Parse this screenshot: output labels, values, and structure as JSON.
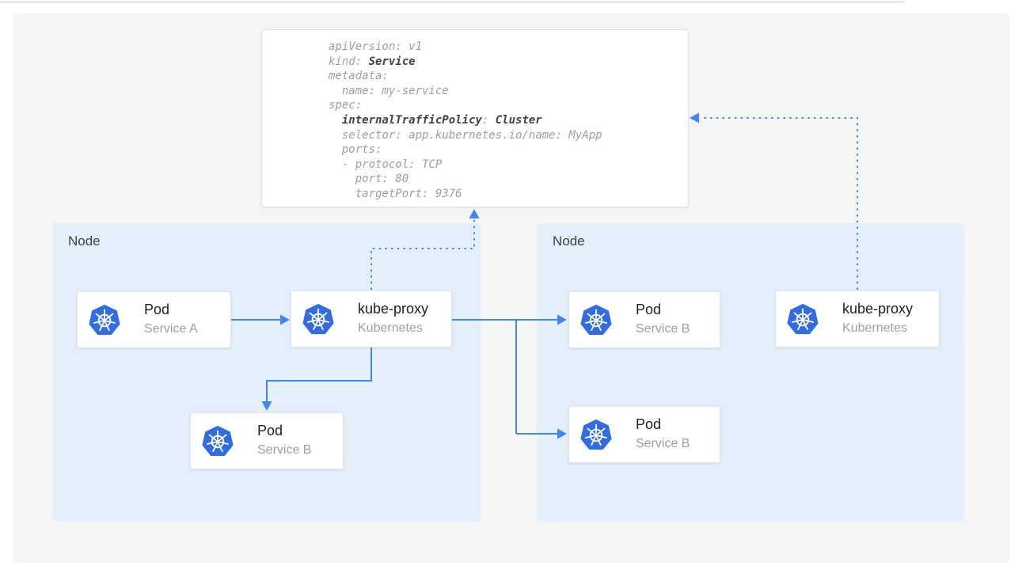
{
  "colors": {
    "accent_blue": "#4285F4",
    "kubernetes_blue": "#326CE5",
    "node_background": "#E3F0FC",
    "canvas_background": "#F5F5F6",
    "code_regular": "#9E9E9E",
    "code_bold": "#424242",
    "card_title": "#212121",
    "card_subtitle": "#9AA0A6",
    "node_label": "#3C4043"
  },
  "yaml_card": {
    "lines": [
      [
        {
          "t": "apiVersion: v1",
          "b": 0
        }
      ],
      [
        {
          "t": "kind: ",
          "b": 0
        },
        {
          "t": "Service",
          "b": 1
        }
      ],
      [
        {
          "t": "metadata:",
          "b": 0
        }
      ],
      [
        {
          "t": "  name: my-service",
          "b": 0
        }
      ],
      [
        {
          "t": "spec:",
          "b": 0
        }
      ],
      [
        {
          "t": "  ",
          "b": 0
        },
        {
          "t": "internalTrafficPolicy",
          "b": 1
        },
        {
          "t": ": ",
          "b": 0
        },
        {
          "t": "Cluster",
          "b": 1
        }
      ],
      [
        {
          "t": "  selector: app.kubernetes.io/name: MyApp",
          "b": 0
        }
      ],
      [
        {
          "t": "  ports:",
          "b": 0
        }
      ],
      [
        {
          "t": "  - protocol: TCP",
          "b": 0
        }
      ],
      [
        {
          "t": "    port: 80",
          "b": 0
        }
      ],
      [
        {
          "t": "    targetPort: 9376",
          "b": 0
        }
      ]
    ]
  },
  "nodes": [
    {
      "label": "Node",
      "cards": [
        {
          "title": "Pod",
          "subtitle": "Service A",
          "icon": "kubernetes-icon"
        },
        {
          "title": "kube-proxy",
          "subtitle": "Kubernetes",
          "icon": "kubernetes-icon"
        },
        {
          "title": "Pod",
          "subtitle": "Service B",
          "icon": "kubernetes-icon"
        }
      ]
    },
    {
      "label": "Node",
      "cards": [
        {
          "title": "Pod",
          "subtitle": "Service B",
          "icon": "kubernetes-icon"
        },
        {
          "title": "Pod",
          "subtitle": "Service B",
          "icon": "kubernetes-icon"
        },
        {
          "title": "kube-proxy",
          "subtitle": "Kubernetes",
          "icon": "kubernetes-icon"
        }
      ]
    }
  ]
}
